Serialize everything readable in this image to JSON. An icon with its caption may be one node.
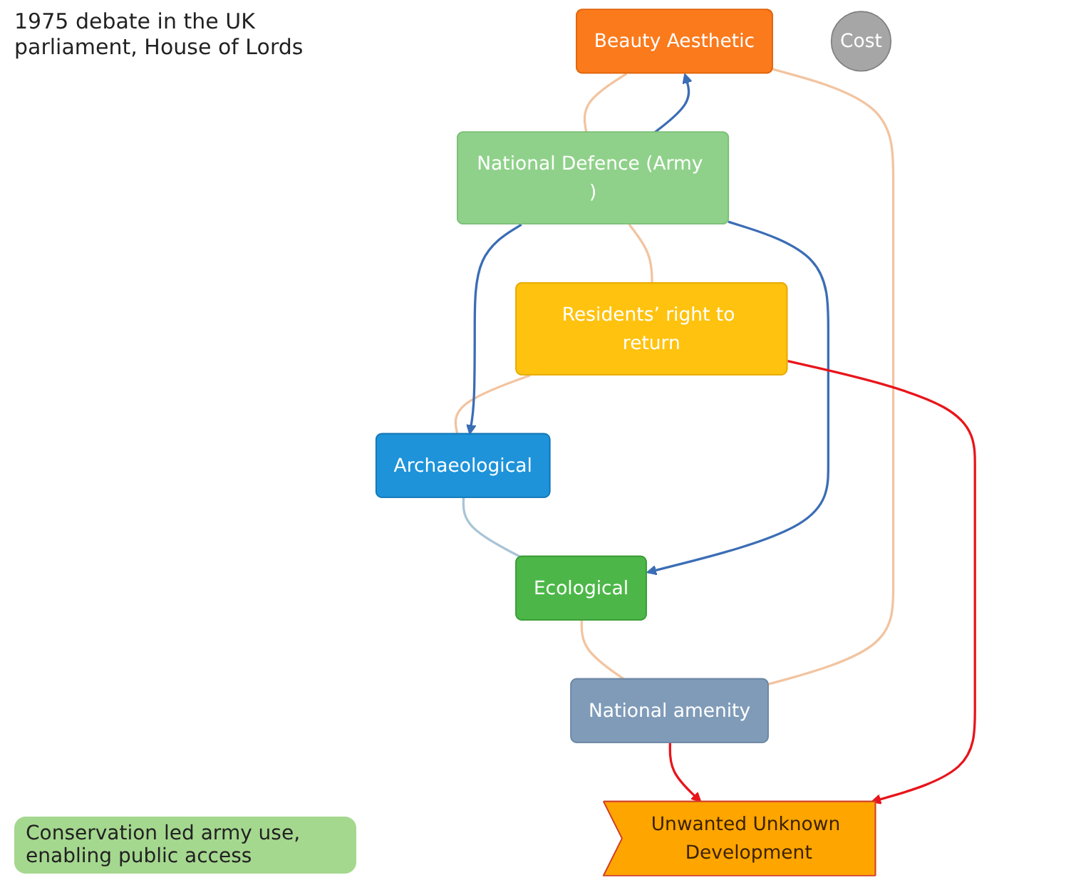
{
  "diagram": {
    "title": "1975 debate in the UK parliament, House of Lords",
    "nodes": [
      {
        "text": [
          "Beauty Aesthetic"
        ]
      },
      {
        "text": [
          "National amenity"
        ]
      },
      {
        "text": [
          "National Defence (Army )"
        ]
      },
      {
        "text": [
          "Cost"
        ]
      },
      {
        "text": [
          "Ecological"
        ]
      },
      {
        "text": [
          "Residents’ right to return"
        ]
      },
      {
        "text": [
          "Archaeological"
        ]
      },
      {
        "text": [
          "Unwanted Unknown Development"
        ]
      }
    ],
    "edges": [
      {
        "from": 0,
        "to": 2,
        "arrow": "none",
        "color": "#f2c4a0"
      },
      {
        "from": 2,
        "to": 5,
        "arrow": "none",
        "color": "#f2c4a0"
      },
      {
        "from": 5,
        "to": 6,
        "arrow": "none",
        "color": "#f2c4a0"
      },
      {
        "from": 6,
        "to": 4,
        "arrow": "none",
        "color": "#a9c4d6"
      },
      {
        "from": 4,
        "to": 1,
        "arrow": "none",
        "color": "#f2c4a0"
      },
      {
        "from": 1,
        "to": 0,
        "arrow": "none",
        "color": "#f2c4a0"
      },
      {
        "from": 2,
        "to": 0,
        "arrow": "to",
        "color": "#3b6db5"
      },
      {
        "from": 2,
        "to": 4,
        "arrow": "to",
        "color": "#3b6db5"
      },
      {
        "from": 2,
        "to": 6,
        "arrow": "to",
        "color": "#3b6db5"
      },
      {
        "from": 1,
        "to": 7,
        "arrow": "to",
        "color": "#e8151b"
      },
      {
        "from": 5,
        "to": 7,
        "arrow": "to",
        "color": "#e8151b"
      }
    ],
    "labels": [
      "Conservation led army use, enabling public access"
    ]
  }
}
